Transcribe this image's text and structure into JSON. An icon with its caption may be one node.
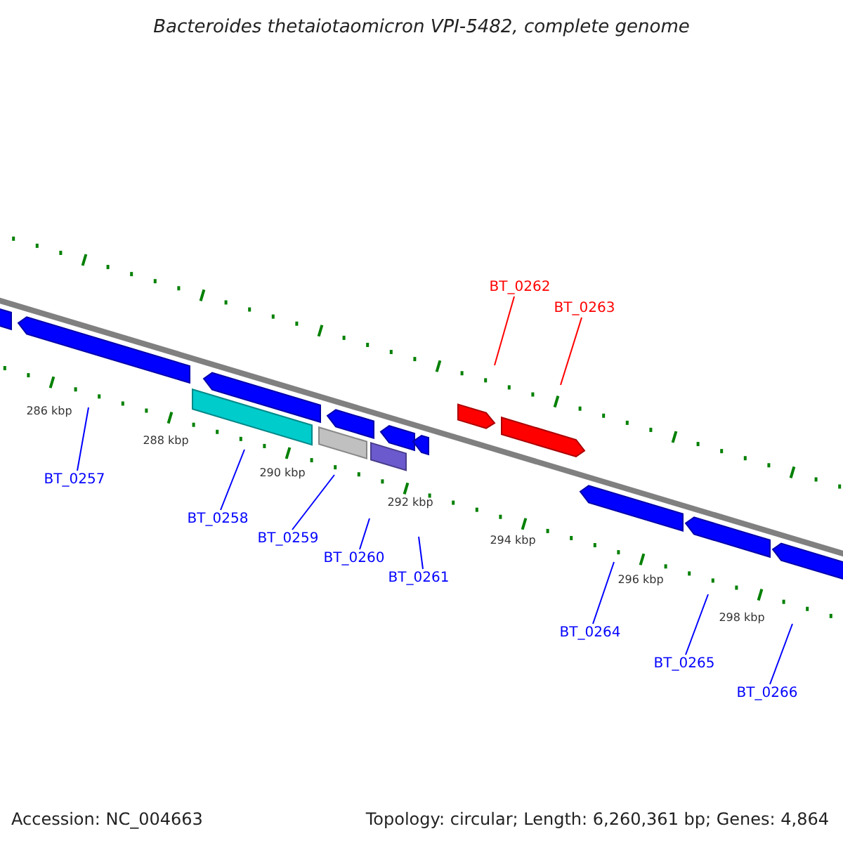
{
  "diagram": {
    "title": "Bacteroides thetaiotaomicron VPI-5482, complete genome",
    "nodes": [
      {
        "text": [
          "BT_0257"
        ]
      },
      {
        "text": [
          "BT_0258"
        ]
      },
      {
        "text": [
          "BT_0259"
        ]
      },
      {
        "text": [
          "BT_0260"
        ]
      },
      {
        "text": [
          "BT_0261"
        ]
      },
      {
        "text": [
          "BT_0262"
        ]
      },
      {
        "text": [
          "BT_0263"
        ]
      },
      {
        "text": [
          "BT_0264"
        ]
      },
      {
        "text": [
          "BT_0265"
        ]
      },
      {
        "text": [
          "BT_0266"
        ]
      }
    ],
    "edges": [
      {
        "from": 0,
        "to": null,
        "arrow": "none"
      },
      {
        "from": 1,
        "to": null,
        "arrow": "none"
      },
      {
        "from": 2,
        "to": null,
        "arrow": "none"
      },
      {
        "from": 3,
        "to": null,
        "arrow": "none"
      },
      {
        "from": 4,
        "to": null,
        "arrow": "none"
      },
      {
        "from": 5,
        "to": null,
        "arrow": "none",
        "color": "#ff0000"
      },
      {
        "from": 6,
        "to": null,
        "arrow": "none",
        "color": "#ff0000"
      },
      {
        "from": 7,
        "to": null,
        "arrow": "none"
      },
      {
        "from": 8,
        "to": null,
        "arrow": "none"
      },
      {
        "from": 9,
        "to": null,
        "arrow": "none"
      }
    ],
    "labels": [
      "286 kbp",
      "288 kbp",
      "290 kbp",
      "292 kbp",
      "294 kbp",
      "296 kbp",
      "298 kbp",
      "Accession: NC_004663",
      "Topology: circular; Length: 6,260,361 bp; Genes: 4,864"
    ]
  }
}
